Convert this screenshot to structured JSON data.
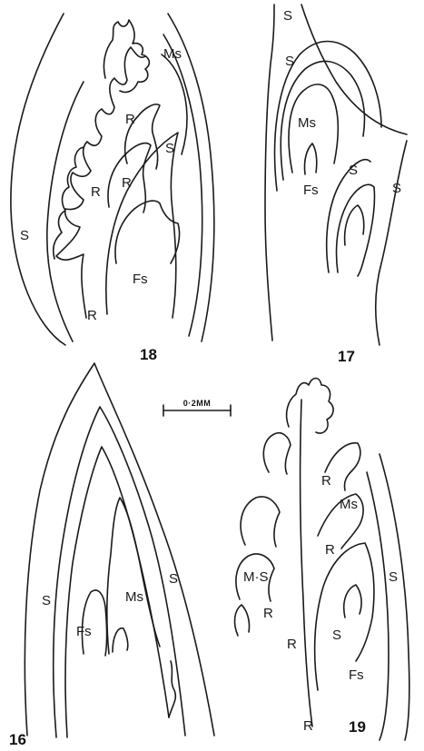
{
  "figures": {
    "fig18": {
      "number": "18",
      "labels": {
        "ms": "Ms",
        "r1": "R",
        "r2": "R",
        "r3": "R",
        "r4": "R",
        "s_left": "S",
        "s_right": "S",
        "fs": "Fs"
      }
    },
    "fig17": {
      "number": "17",
      "labels": {
        "s_top": "S",
        "s_upper": "S",
        "ms": "Ms",
        "fs": "Fs",
        "s_inner": "S",
        "s_outer": "S"
      }
    },
    "fig16": {
      "number": "16",
      "labels": {
        "s_left": "S",
        "ms": "Ms",
        "s_right": "S",
        "fs": "Fs"
      }
    },
    "fig19": {
      "number": "19",
      "labels": {
        "r1": "R",
        "ms_upper": "Ms",
        "r2": "R",
        "ms_lower": "M·S",
        "r3": "R",
        "r4": "R",
        "s_inner": "S",
        "s_outer": "S",
        "fs": "Fs",
        "r5": "R"
      }
    }
  },
  "scale_bar": {
    "label": "0·2MM"
  }
}
